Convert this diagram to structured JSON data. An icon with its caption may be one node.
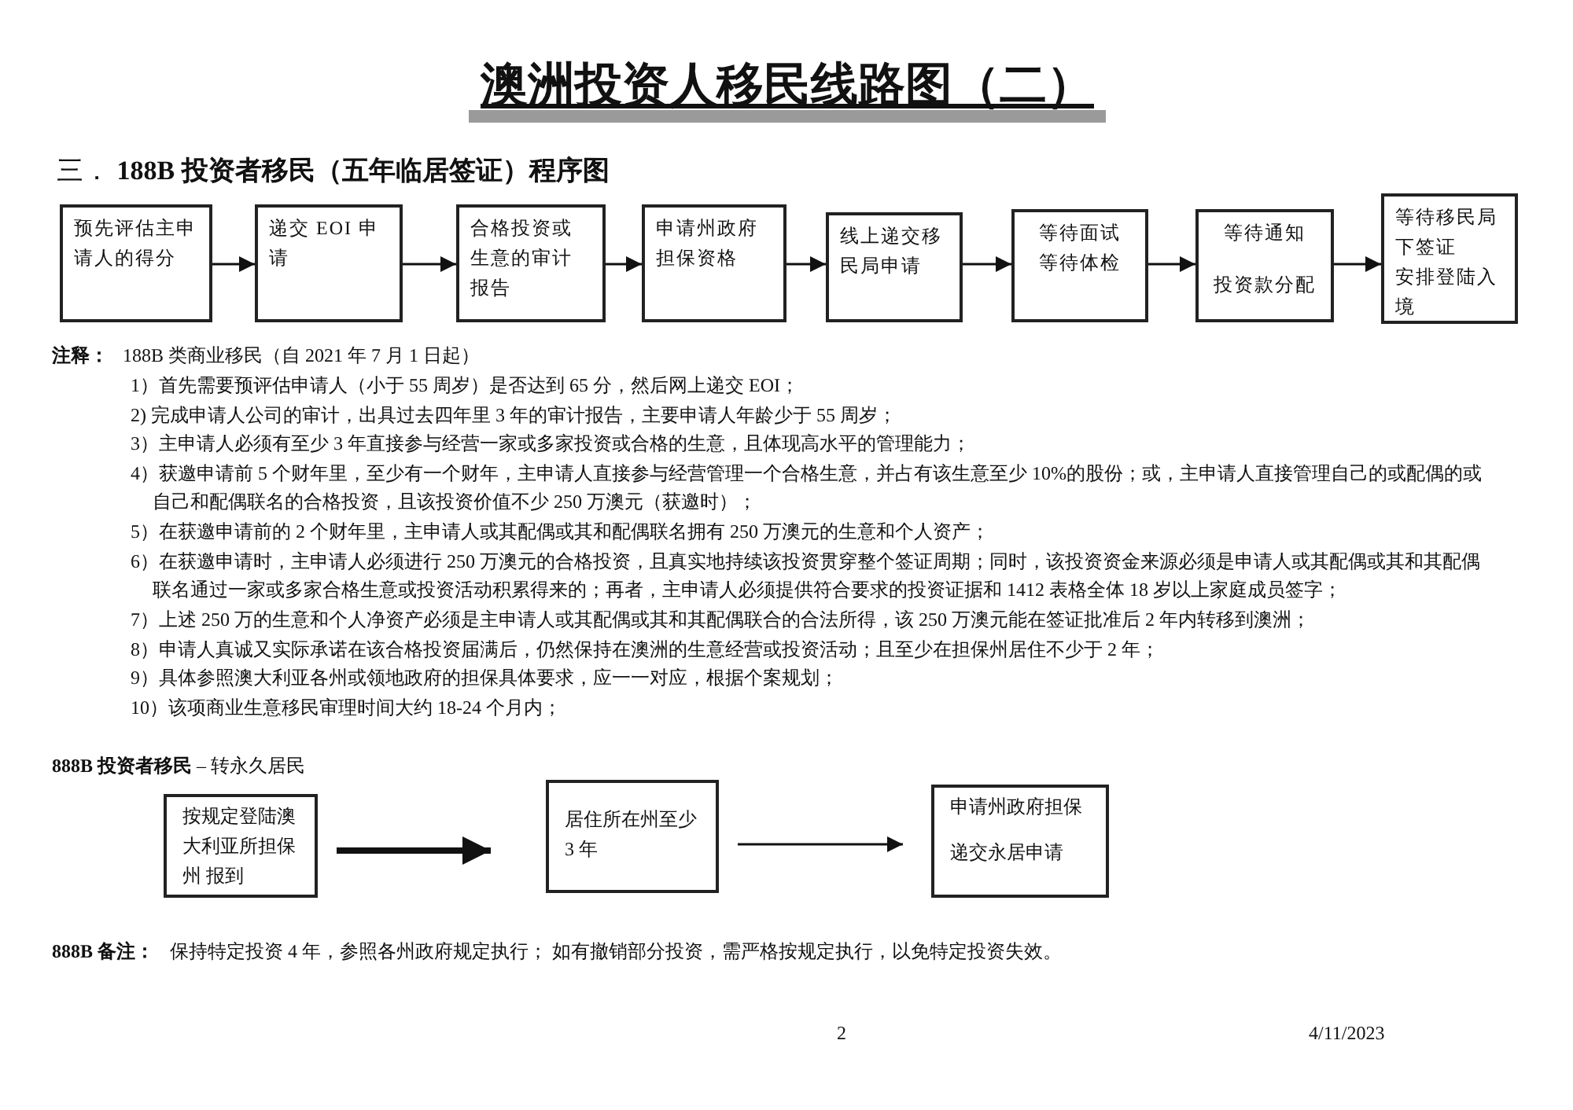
{
  "diagram": {
    "title": "澳洲投资人移民线路图（二）",
    "nodes": [
      {
        "text": [
          "预先评估主申请人的得分"
        ]
      },
      {
        "text": [
          "递交 EOI 申请"
        ]
      },
      {
        "text": [
          "合格投资或生意的审计报告"
        ]
      },
      {
        "text": [
          "申请州政府担保资格"
        ]
      },
      {
        "text": [
          "线上递交移民局申请"
        ]
      },
      {
        "text": [
          "等待面试",
          "等待体检"
        ]
      },
      {
        "text": [
          "等待通知",
          "投资款分配"
        ]
      },
      {
        "text": [
          "等待移民局下签证",
          "安排登陆入境"
        ]
      },
      {
        "text": [
          "按规定登陆澳大利亚所担保州 报到"
        ]
      },
      {
        "text": [
          "居住所在州至少 3 年"
        ]
      },
      {
        "text": [
          "申请州政府担保",
          "递交永居申请"
        ]
      }
    ],
    "edges": [
      {
        "from": 0,
        "to": 1,
        "arrow": "to"
      },
      {
        "from": 1,
        "to": 2,
        "arrow": "to"
      },
      {
        "from": 2,
        "to": 3,
        "arrow": "to"
      },
      {
        "from": 3,
        "to": 4,
        "arrow": "to"
      },
      {
        "from": 4,
        "to": 5,
        "arrow": "to"
      },
      {
        "from": 5,
        "to": 6,
        "arrow": "to"
      },
      {
        "from": 6,
        "to": 7,
        "arrow": "to"
      },
      {
        "from": 8,
        "to": 9,
        "arrow": "to",
        "style": "thick"
      },
      {
        "from": 9,
        "to": 10,
        "arrow": "to"
      }
    ],
    "labels": [
      "三．  **188B 投资者移民（五年临居签证）程序图**",
      "注释：",
      "188B 类商业移民（自 2021 年 7 月 1 日起）",
      "1）首先需要预评估申请人（小于 55 周岁）是否达到 65 分，然后网上递交 EOI；",
      "2) 完成申请人公司的审计，出具过去四年里 3 年的审计报告，主要申请人年龄少于 55 周岁；",
      "3）主申请人必须有至少 3 年直接参与经营一家或多家投资或合格的生意，且体现高水平的管理能力；",
      "4）获邀申请前 5 个财年里，至少有一个财年，主申请人直接参与经营管理一个合格生意，并占有该生意至少 10%的股份；或，主申请人直接管理自己的或配偶的或自己和配偶联名的合格投资，且该投资价值不少 250 万澳元（获邀时）；",
      "5）在获邀申请前的 2 个财年里，主申请人或其配偶或其和配偶联名拥有 250 万澳元的生意和个人资产；",
      "6）在获邀申请时，主申请人必须进行 250 万澳元的合格投资，且真实地持续该投资贯穿整个签证周期；同时，该投资资金来源必须是申请人或其配偶或其和其配偶联名通过一家或多家合格生意或投资活动积累得来的；再者，主申请人必须提供符合要求的投资证据和 1412 表格全体 18 岁以上家庭成员签字；",
      "7）上述 250 万的生意和个人净资产必须是主申请人或其配偶或其和其配偶联合的合法所得，该 250 万澳元能在签证批准后 2 年内转移到澳洲；",
      "8）申请人真诚又实际承诺在该合格投资届满后，仍然保持在澳洲的生意经营或投资活动；且至少在担保州居住不少于 2 年；",
      "9）具体参照澳大利亚各州或领地政府的担保具体要求，应一一对应，根据个案规划；",
      "10）该项商业生意移民审理时间大约 18-24 个月内；",
      "**888B 投资者移民** – 转永久居民",
      "888B 备注：",
      "保持特定投资 4 年，参照各州政府规定执行； 如有撤销部分投资，需严格按规定执行，以免特定投资失效。",
      "2",
      "4/11/2023"
    ]
  }
}
